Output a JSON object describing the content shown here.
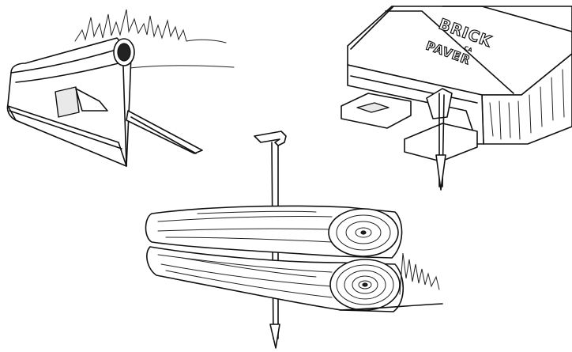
{
  "brick_paver_stamp": {
    "brand_top": "BRICK",
    "brand_middle": "CA",
    "brand_bottom": "PAVER"
  }
}
